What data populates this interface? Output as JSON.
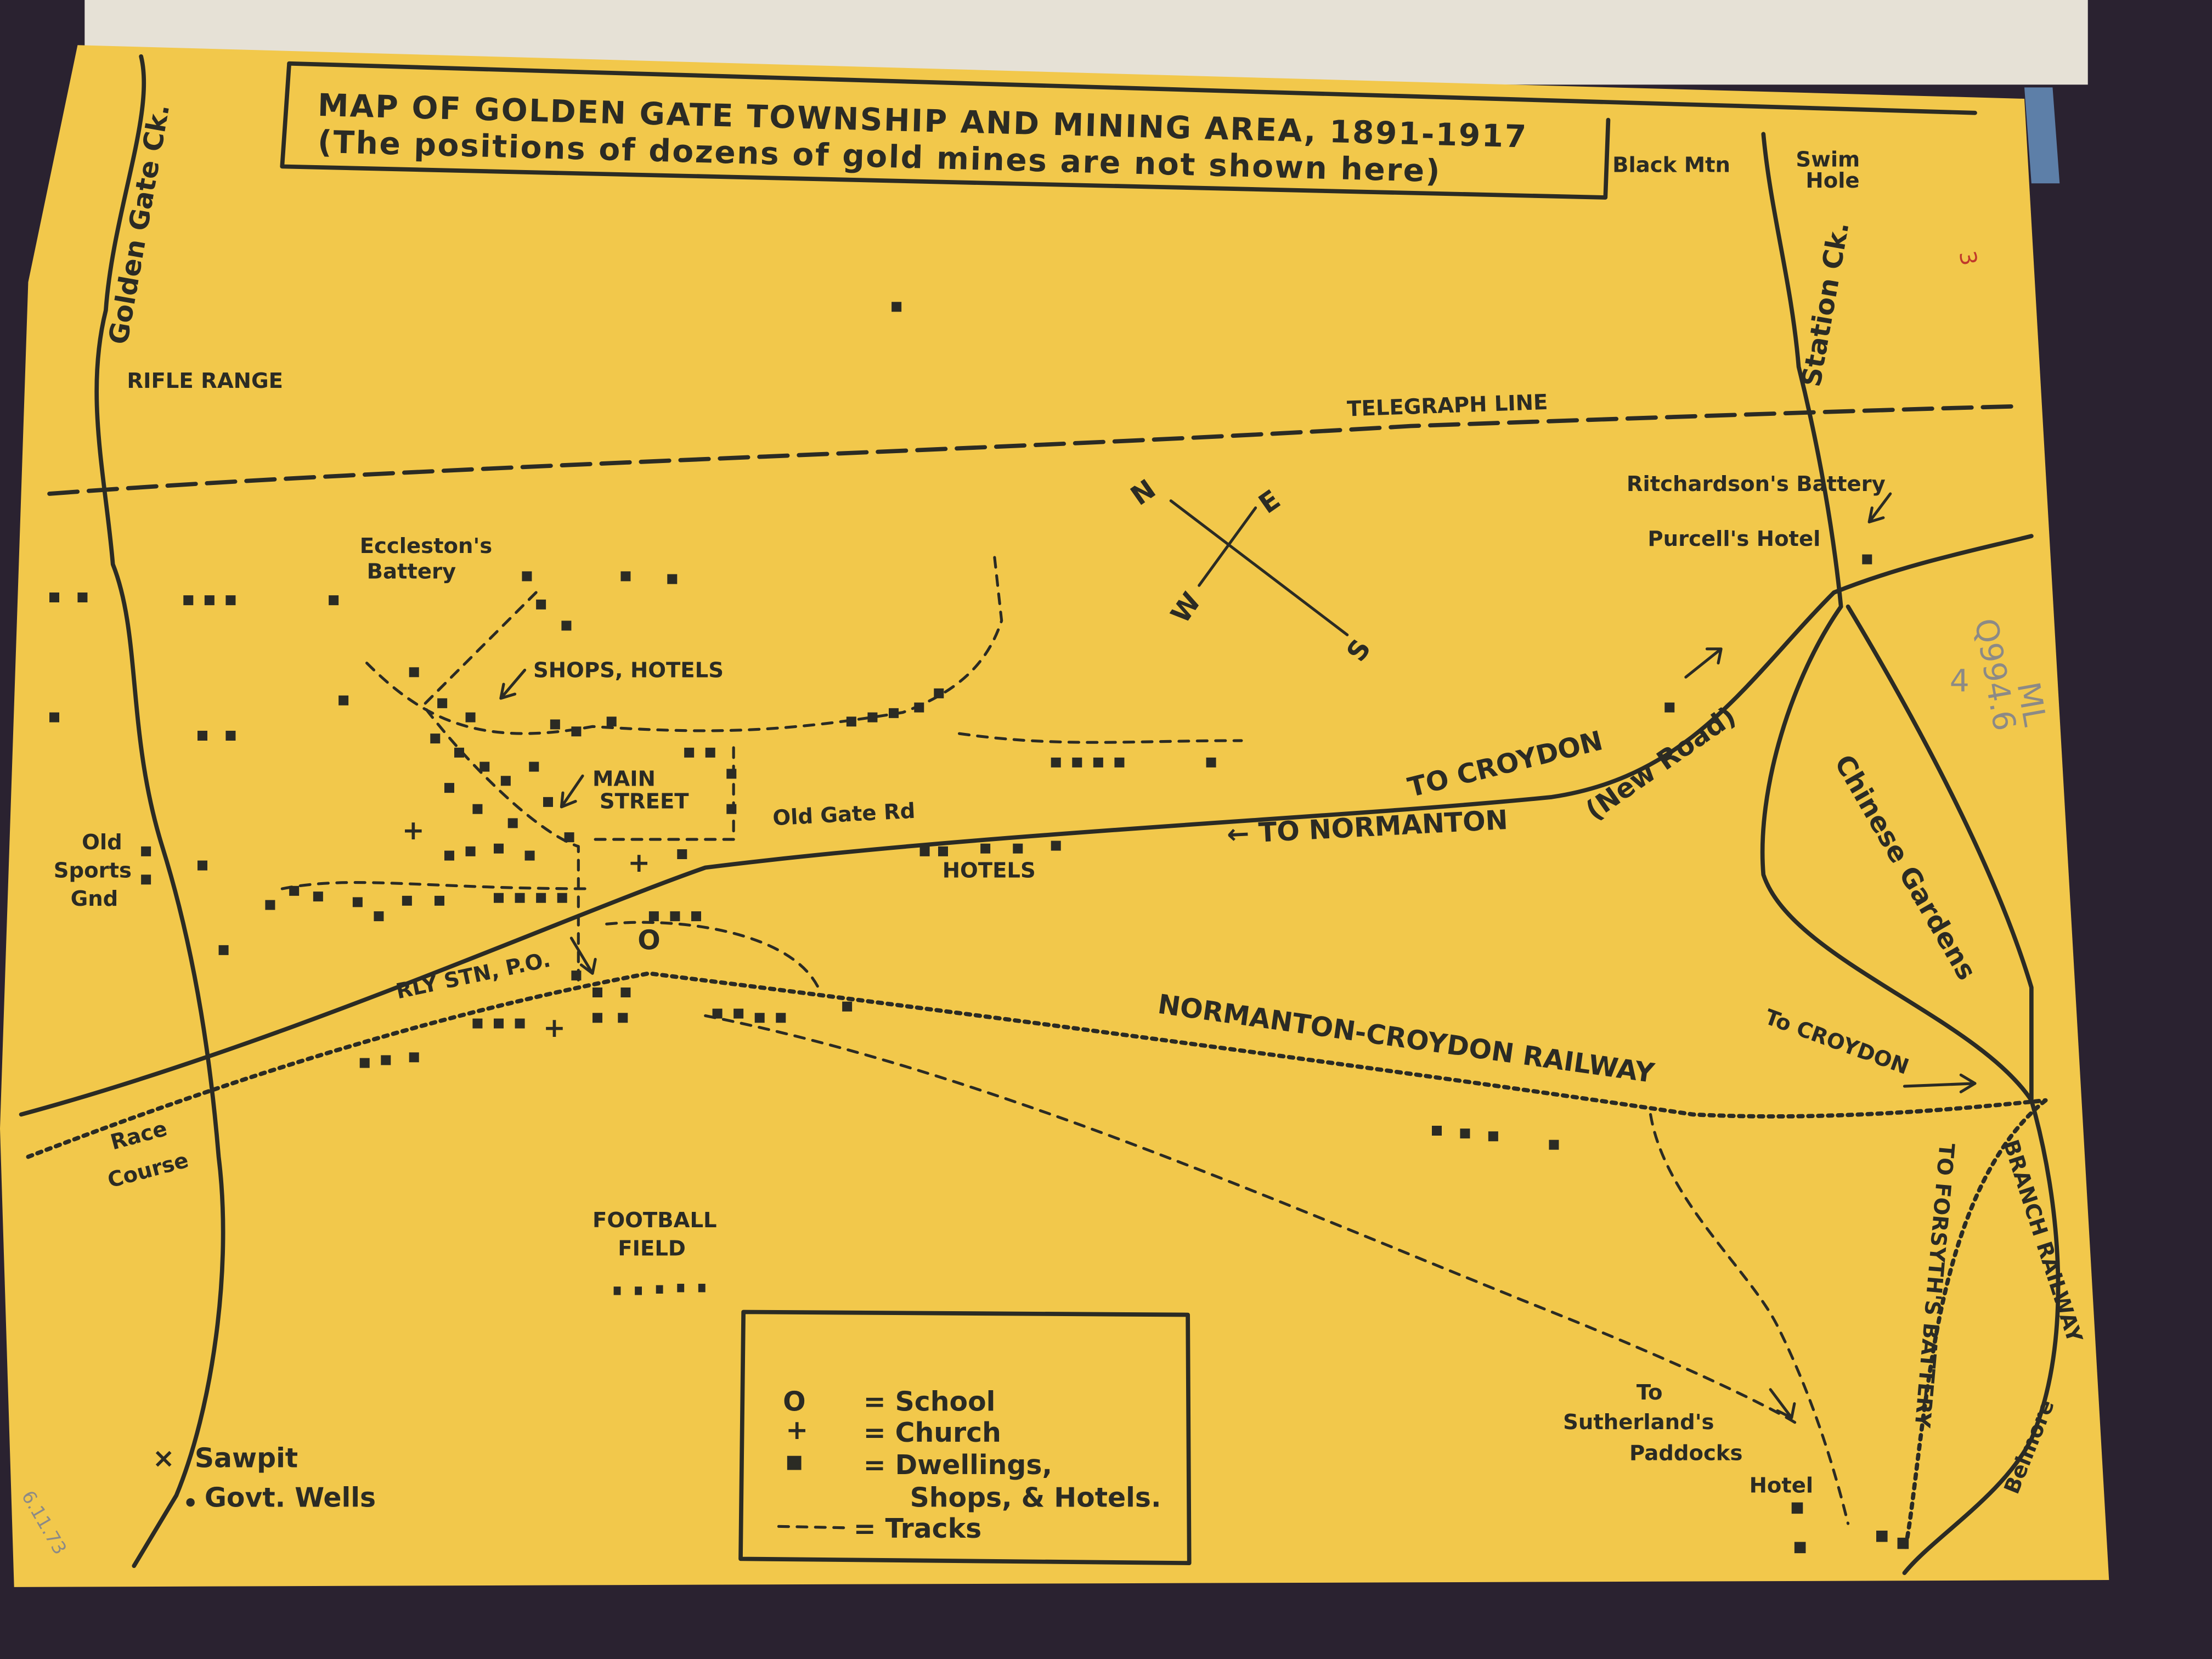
{
  "title": {
    "line1": "MAP OF GOLDEN GATE TOWNSHIP AND MINING AREA, 1891-1917",
    "line2": "(The positions of dozens of gold mines are not shown here)"
  },
  "labels": {
    "black_mtn": "Black Mtn",
    "swim": "Swim",
    "hole": "Hole",
    "golden_gate_ck": "Golden Gate Ck.",
    "rifle_range": "RIFLE RANGE",
    "telegraph_line": "TELEGRAPH LINE",
    "station_ck": "Station Ck.",
    "richardsons_battery": "Ritchardson's Battery",
    "purcells_hotel": "Purcell's Hotel",
    "ecclestons": "Eccleston's",
    "battery": "Battery",
    "shops_hotels": "SHOPS, HOTELS",
    "main": "MAIN",
    "street": "STREET",
    "old_gate_rd": "Old Gate Rd",
    "hotels": "HOTELS",
    "to_croydon_road": "TO CROYDON",
    "new_road": "(New Road)",
    "to_normanton": "← TO NORMANTON",
    "chinese_gardens": "Chinese Gardens",
    "old": "Old",
    "sports": "Sports",
    "gnd": "Gnd",
    "rly_stn": "RLY STN, P.O.",
    "railway": "NORMANTON-CROYDON RAILWAY",
    "to_croydon_rail": "To CROYDON",
    "race": "Race",
    "course": "Course",
    "football": "FOOTBALL",
    "field": "FIELD",
    "to": "To",
    "sutherlands": "Sutherland's",
    "paddocks": "Paddocks",
    "hotel": "Hotel",
    "branch_railway": "BRANCH RAILWAY",
    "to_forsyths": "TO FORSYTH'S BATTERY",
    "belmore": "Belmore",
    "sawpit": "Sawpit",
    "govt_wells": "Govt. Wells"
  },
  "compass": {
    "n": "N",
    "e": "E",
    "s": "S",
    "w": "W"
  },
  "legend": {
    "school_symbol": "O",
    "school": "= School",
    "church_symbol": "+",
    "church": "= Church",
    "dwellings": "= Dwellings,",
    "dwellings2": "Shops, & Hotels.",
    "tracks": "= Tracks"
  },
  "annotations": {
    "catalogue1": "ML",
    "catalogue2": "Q994.6",
    "catalogue3": "4",
    "stamp_date": "6.11.73",
    "page_mark": "3"
  },
  "colors": {
    "paper": "#f2c84b",
    "ink": "#2b2b24",
    "background": "#2a2230"
  }
}
